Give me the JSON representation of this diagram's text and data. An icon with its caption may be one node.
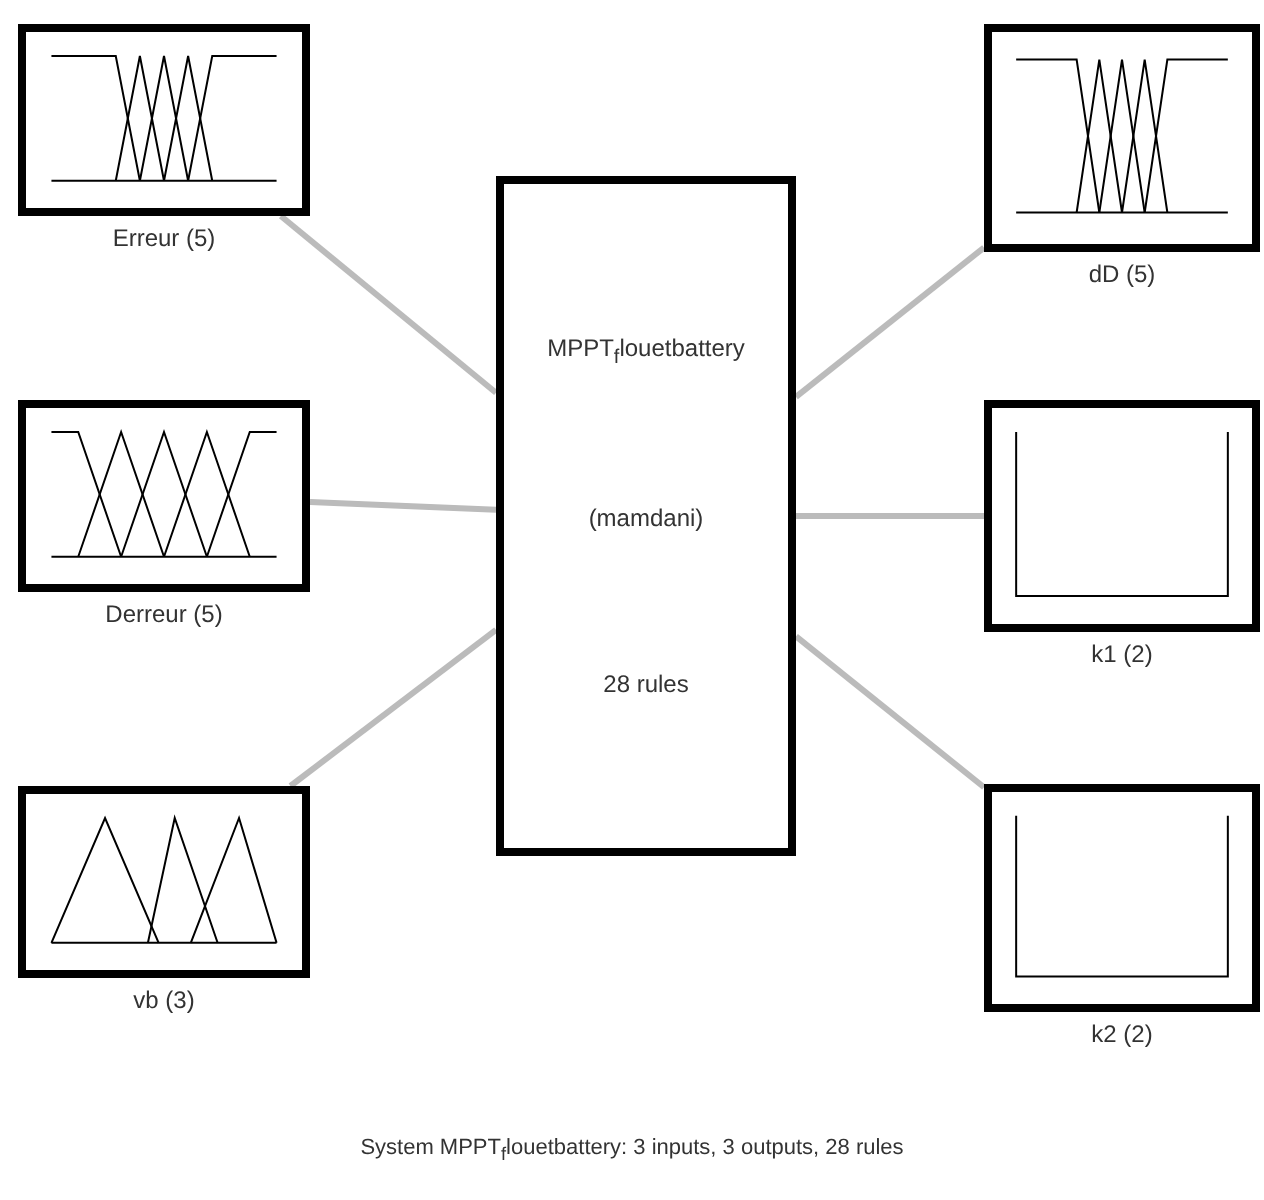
{
  "diagram": {
    "caption": "System MPPT$_{f}$louetbattery: 3 inputs, 3 outputs, 28 rules",
    "nodes": [
      {
        "text": [
          "Erreur (5)"
        ]
      },
      {
        "text": [
          "Derreur (5)"
        ]
      },
      {
        "text": [
          "vb (3)"
        ]
      },
      {
        "text": [
          "MPPT$_{f}$louetbattery",
          "(mamdani)",
          "28 rules"
        ]
      },
      {
        "text": [
          "dD (5)"
        ]
      },
      {
        "text": [
          "k1 (2)"
        ]
      },
      {
        "text": [
          "k2 (2)"
        ]
      }
    ],
    "edges": [
      {
        "from": 0,
        "to": 3,
        "arrow": "none"
      },
      {
        "from": 1,
        "to": 3,
        "arrow": "none"
      },
      {
        "from": 2,
        "to": 3,
        "arrow": "none"
      },
      {
        "from": 3,
        "to": 4,
        "arrow": "none"
      },
      {
        "from": 3,
        "to": 5,
        "arrow": "none"
      },
      {
        "from": 3,
        "to": 6,
        "arrow": "none"
      }
    ]
  }
}
